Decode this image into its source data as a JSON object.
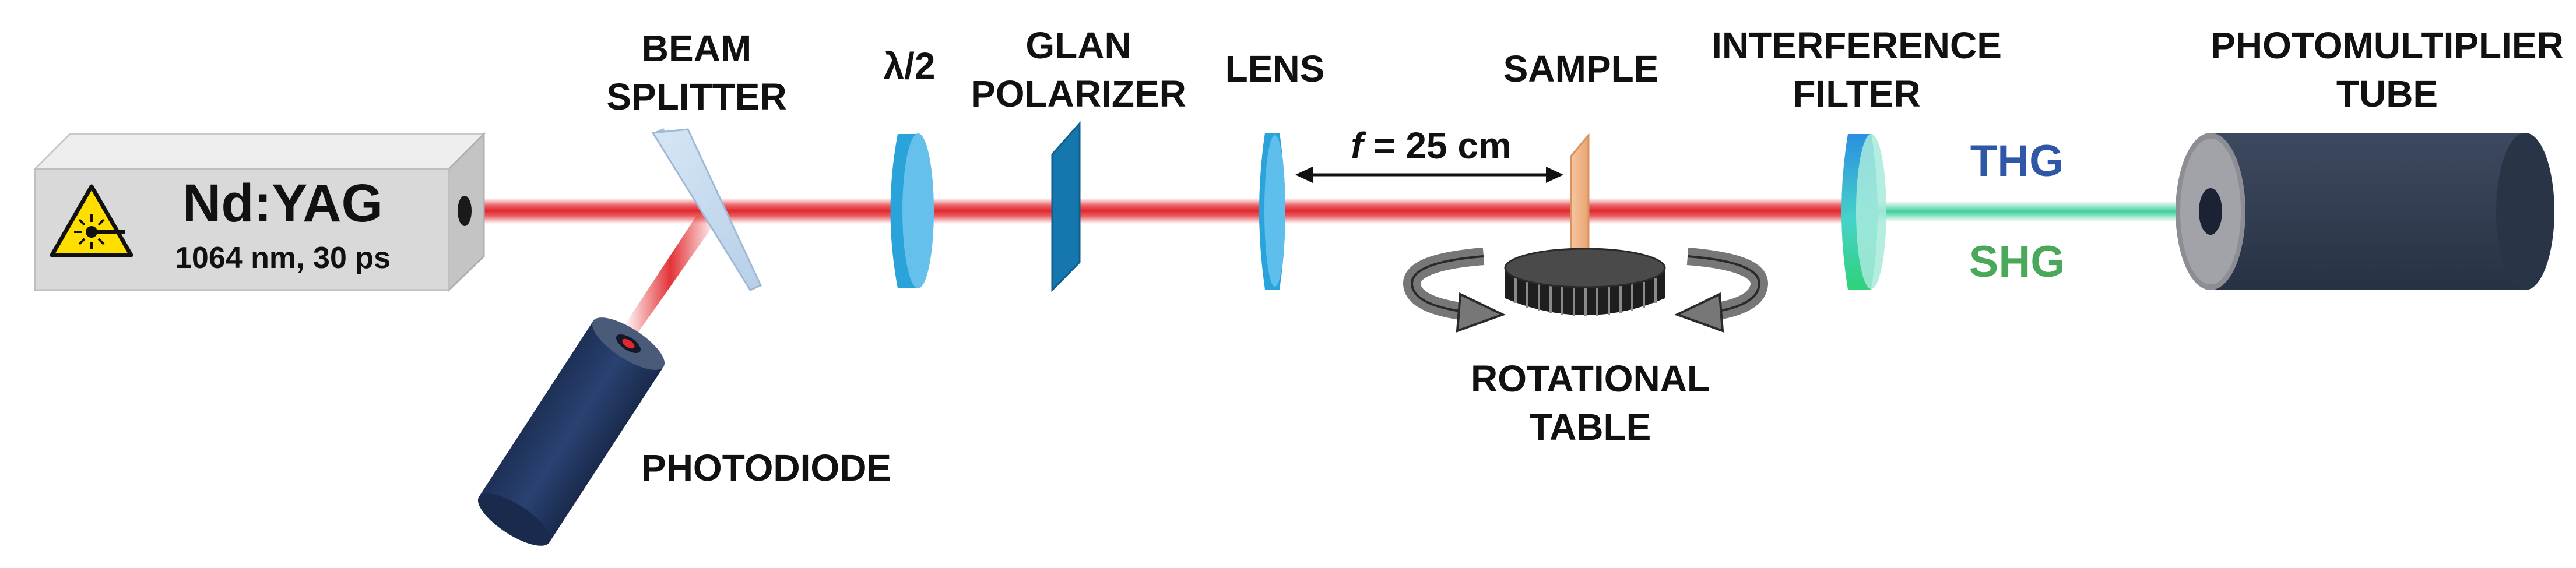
{
  "labels": {
    "laser_name": "Nd:YAG",
    "laser_specs": "1064 nm, 30 ps",
    "beam_splitter_line1": "BEAM",
    "beam_splitter_line2": "SPLITTER",
    "half_wave": "λ/2",
    "glan_line1": "GLAN",
    "glan_line2": "POLARIZER",
    "lens": "LENS",
    "focal_symbol": "f",
    "focal_value": " = 25 cm",
    "sample": "SAMPLE",
    "filter_line1": "INTERFERENCE",
    "filter_line2": "FILTER",
    "thg": "THG",
    "shg": "SHG",
    "pmt_line1": "PHOTOMULTIPLIER",
    "pmt_line2": "TUBE",
    "photodiode": "PHOTODIODE",
    "rot_line1": "ROTATIONAL",
    "rot_line2": "TABLE"
  },
  "icons": {
    "laser_warning": "laser-warning-icon",
    "rotation": "rotation-arrow-icon"
  },
  "colors": {
    "laser_beam": "#e2282d",
    "output_beam": "#3fcf9a",
    "thg_text": "#2f57a6",
    "shg_text": "#4aa85a",
    "optics_blue": "#2aa2da",
    "polarizer": "#1676ae",
    "sample": "#f2b486",
    "pmt_body": "#333e52",
    "photodiode_body": "#22375f",
    "laser_box": "#d9d9d9",
    "warning_yellow": "#ffde00"
  }
}
